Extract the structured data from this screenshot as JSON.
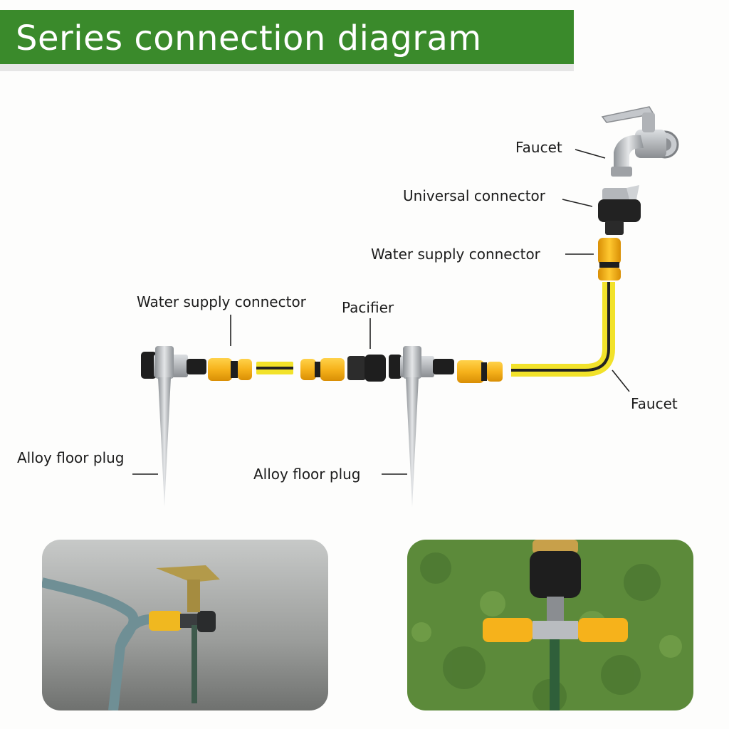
{
  "header": {
    "title": "Series connection diagram"
  },
  "labels": {
    "faucet_top": "Faucet",
    "universal_connector": "Universal connector",
    "water_supply_connector_right": "Water supply connector",
    "water_supply_connector_left": "Water supply connector",
    "pacifier": "Pacifier",
    "faucet_hose": "Faucet",
    "alloy_floor_plug_left": "Alloy floor plug",
    "alloy_floor_plug_mid": "Alloy floor plug"
  },
  "colors": {
    "banner": "#3a8a2b",
    "connector_yellow": "#f6b21b",
    "hose_yellow": "#f2e22a",
    "metal": "#b9bcc0",
    "dark": "#1e1e1e"
  },
  "photos": {
    "left": "sprinkler-on-wet-ground-photo",
    "right": "sprinkler-on-grass-photo"
  }
}
